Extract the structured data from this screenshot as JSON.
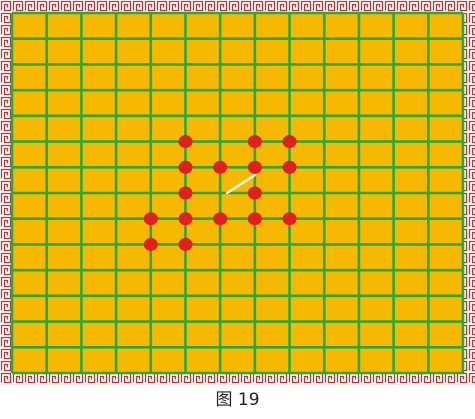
{
  "caption": "图 19",
  "board": {
    "columns": 13,
    "rows": 14,
    "colors": {
      "background": "#f7b900",
      "grid": "#27a93f",
      "border_pattern": "#b33a3a",
      "border_bg": "#ffffff",
      "stone": "#e01f1f",
      "line": "#ffffff"
    }
  },
  "stones": [
    {
      "col": 5,
      "row": 5
    },
    {
      "col": 7,
      "row": 5
    },
    {
      "col": 8,
      "row": 5
    },
    {
      "col": 5,
      "row": 6
    },
    {
      "col": 6,
      "row": 6
    },
    {
      "col": 7,
      "row": 6
    },
    {
      "col": 8,
      "row": 6
    },
    {
      "col": 5,
      "row": 7
    },
    {
      "col": 7,
      "row": 7
    },
    {
      "col": 4,
      "row": 8
    },
    {
      "col": 5,
      "row": 8
    },
    {
      "col": 6,
      "row": 8
    },
    {
      "col": 7,
      "row": 8
    },
    {
      "col": 8,
      "row": 8
    },
    {
      "col": 4,
      "row": 9
    },
    {
      "col": 5,
      "row": 9
    }
  ],
  "connector": {
    "from": {
      "col": 6.2,
      "row": 7
    },
    "to": {
      "col": 7,
      "row": 6.3
    }
  }
}
